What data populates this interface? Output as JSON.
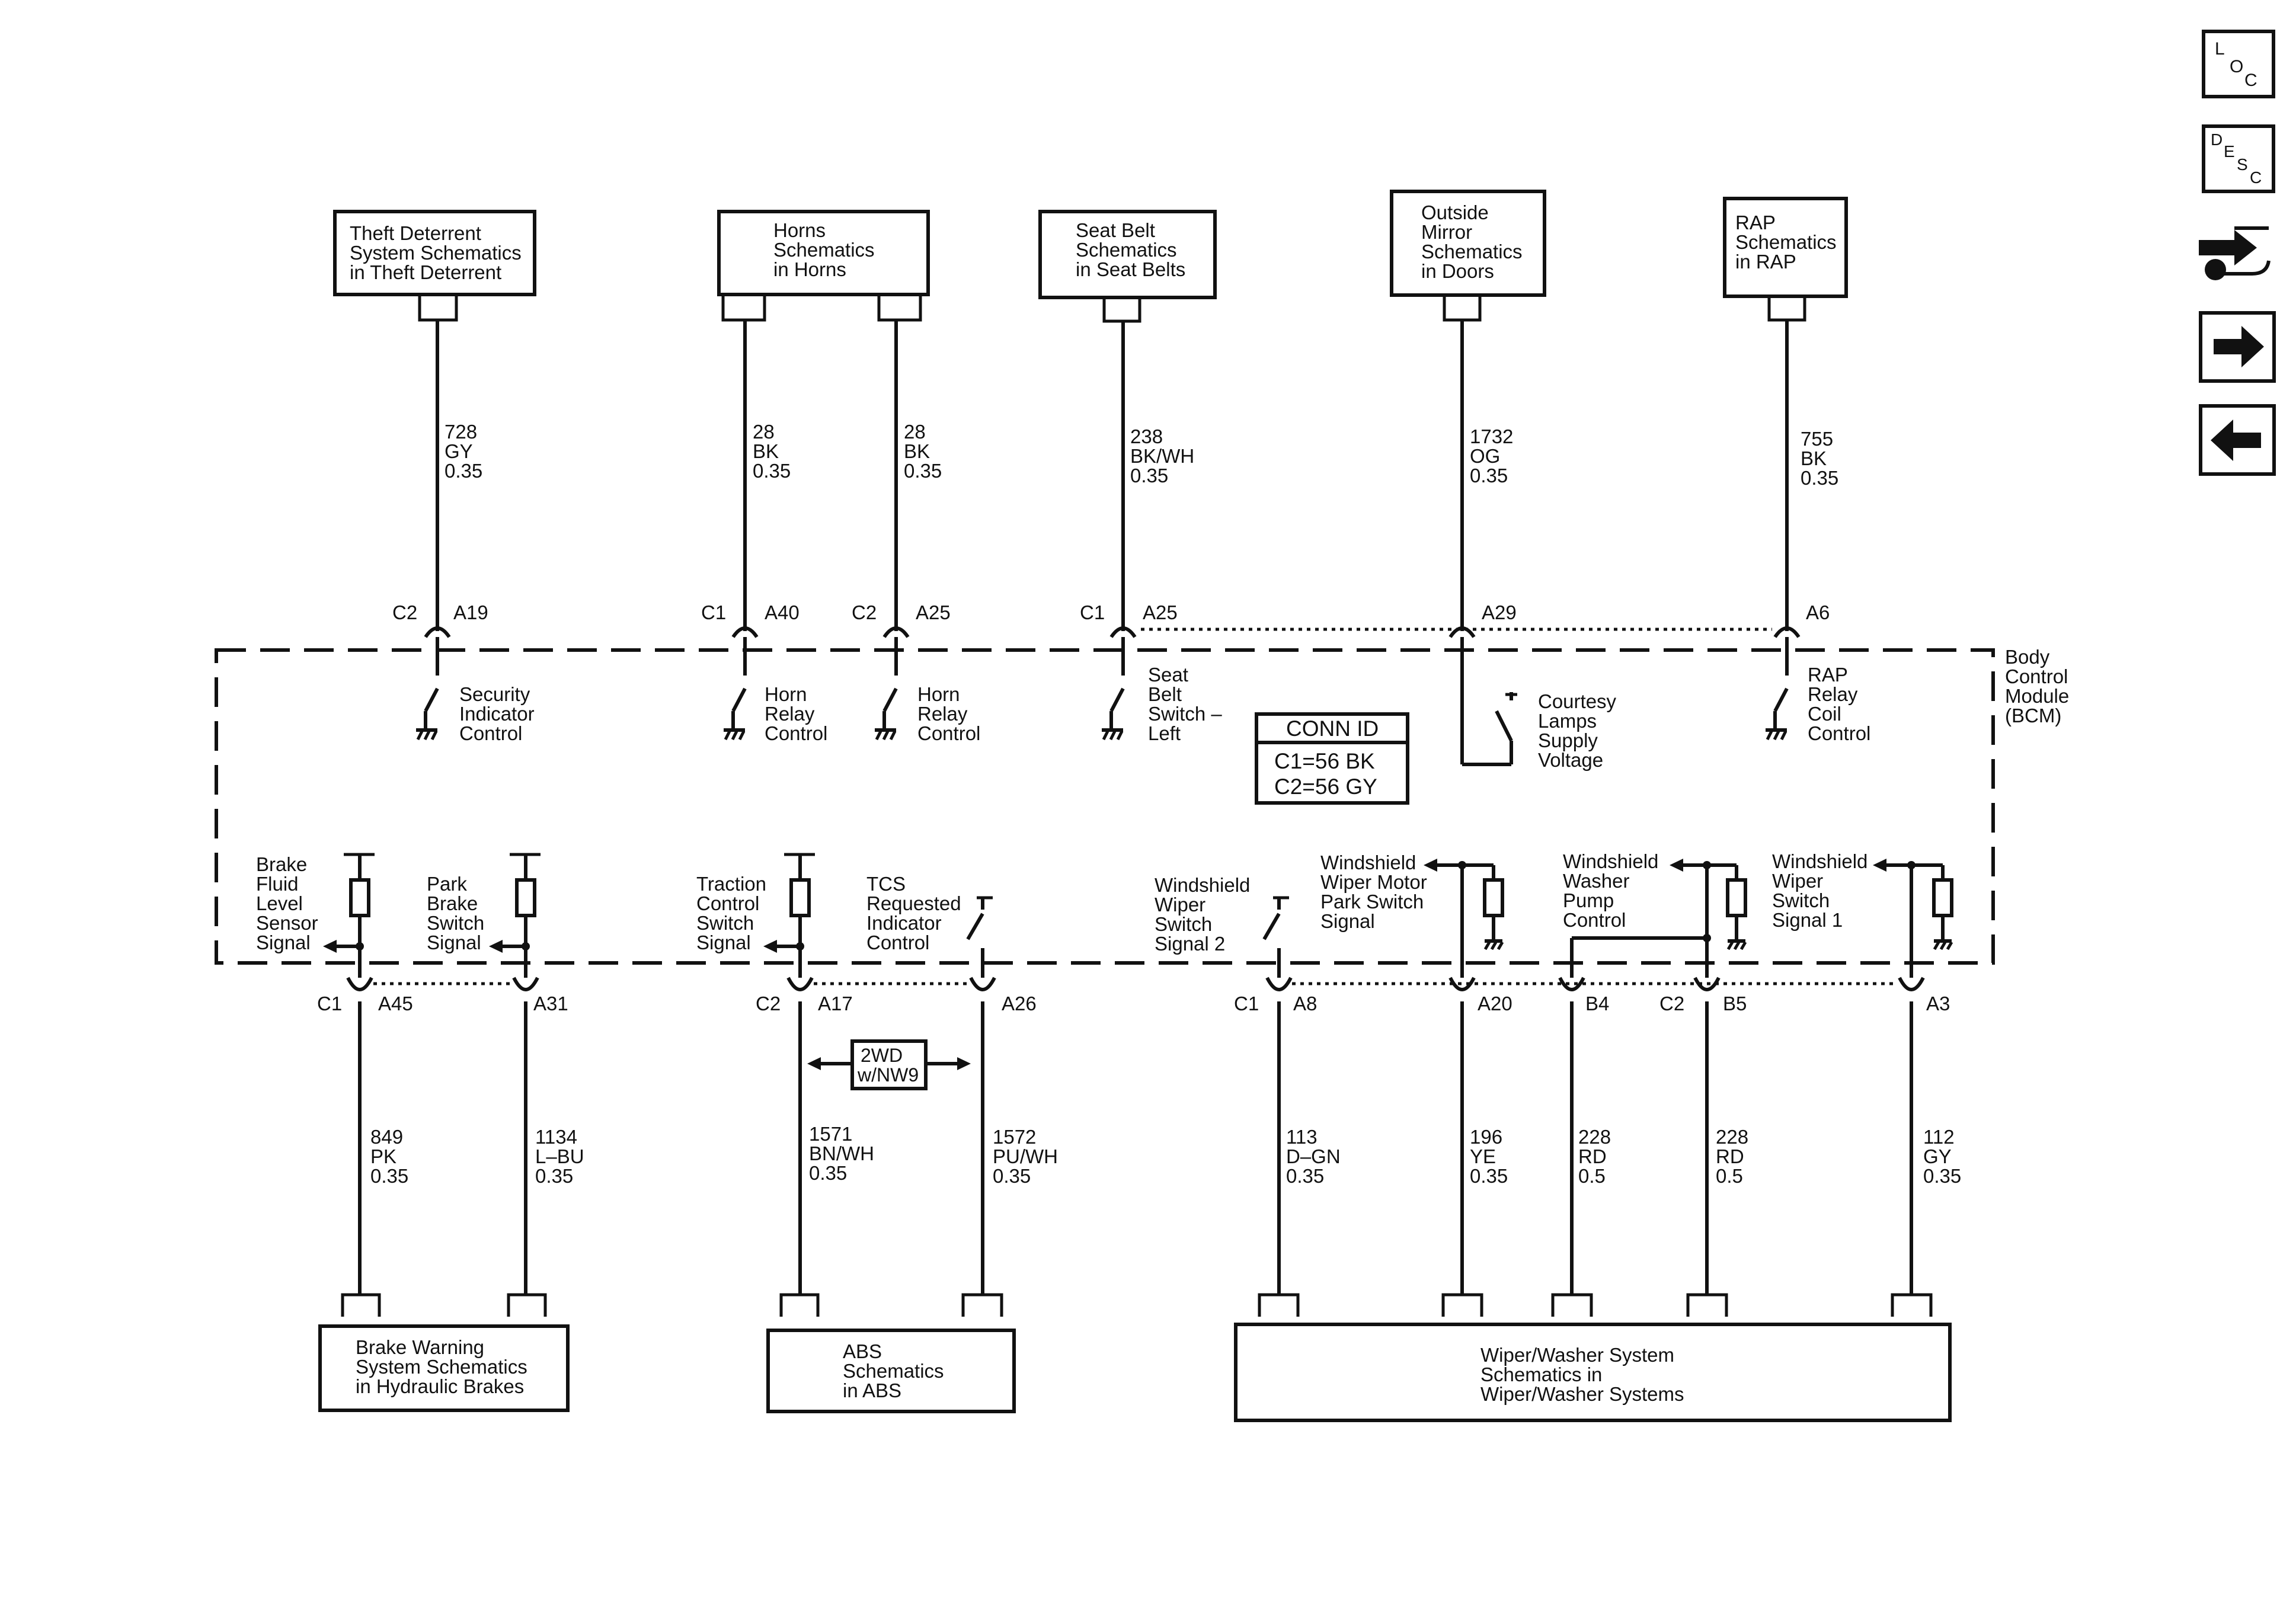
{
  "nav": {
    "loc": [
      "L",
      "O",
      "C"
    ],
    "desc": [
      "D",
      "E",
      "S",
      "C"
    ]
  },
  "top_boxes": {
    "theft": [
      "Theft Deterrent",
      "System Schematics",
      "in Theft Deterrent"
    ],
    "horns": [
      "Horns",
      "Schematics",
      "in Horns"
    ],
    "seatbelt": [
      "Seat Belt",
      "Schematics",
      "in Seat Belts"
    ],
    "mirror": [
      "Outside",
      "Mirror",
      "Schematics",
      "in Doors"
    ],
    "rap": [
      "RAP",
      "Schematics",
      "in RAP"
    ]
  },
  "top_wires": [
    [
      "728",
      "GY",
      "0.35"
    ],
    [
      "28",
      "BK",
      "0.35"
    ],
    [
      "28",
      "BK",
      "0.35"
    ],
    [
      "238",
      "BK/WH",
      "0.35"
    ],
    [
      "1732",
      "OG",
      "0.35"
    ],
    [
      "755",
      "BK",
      "0.35"
    ]
  ],
  "top_pins": {
    "theft": {
      "conn": "C2",
      "pin": "A19"
    },
    "horn1": {
      "conn": "C1",
      "pin": "A40"
    },
    "horn2": {
      "conn": "C2",
      "pin": "A25"
    },
    "seatbelt": {
      "conn": "C1",
      "pin": "A25"
    },
    "mirror": {
      "pin": "A29"
    },
    "rap": {
      "pin": "A6"
    }
  },
  "module": {
    "name": [
      "Body",
      "Control",
      "Module",
      "(BCM)"
    ],
    "conn_id_title": "CONN ID",
    "conn_id": [
      "C1=56 BK",
      "C2=56 GY"
    ]
  },
  "top_functions": {
    "security": [
      "Security",
      "Indicator",
      "Control"
    ],
    "horn1": [
      "Horn",
      "Relay",
      "Control"
    ],
    "horn2": [
      "Horn",
      "Relay",
      "Control"
    ],
    "seatbelt": [
      "Seat",
      "Belt",
      "Switch –",
      "Left"
    ],
    "courtesy": [
      "Courtesy",
      "Lamps",
      "Supply",
      "Voltage"
    ],
    "rap": [
      "RAP",
      "Relay",
      "Coil",
      "Control"
    ]
  },
  "bottom_functions": {
    "brake_fluid": [
      "Brake",
      "Fluid",
      "Level",
      "Sensor",
      "Signal"
    ],
    "park_brake": [
      "Park",
      "Brake",
      "Switch",
      "Signal"
    ],
    "traction": [
      "Traction",
      "Control",
      "Switch",
      "Signal"
    ],
    "tcs": [
      "TCS",
      "Requested",
      "Indicator",
      "Control"
    ],
    "wiper_sw2": [
      "Windshield",
      "Wiper",
      "Switch",
      "Signal 2"
    ],
    "wiper_park": [
      "Windshield",
      "Wiper Motor",
      "Park Switch",
      "Signal"
    ],
    "washer_pump": [
      "Windshield",
      "Washer",
      "Pump",
      "Control"
    ],
    "wiper_sw1": [
      "Windshield",
      "Wiper",
      "Switch",
      "Signal 1"
    ]
  },
  "bottom_pins": {
    "c1_left": "C1",
    "a45": "A45",
    "a31": "A31",
    "c2_mid": "C2",
    "a17": "A17",
    "a26": "A26",
    "c1_right": "C1",
    "a8": "A8",
    "a20": "A20",
    "b4": "B4",
    "c2_right": "C2",
    "b5": "B5",
    "a3": "A3"
  },
  "option_box": [
    "2WD",
    "w/NW9"
  ],
  "bottom_wires": [
    [
      "849",
      "PK",
      "0.35"
    ],
    [
      "1134",
      "L–BU",
      "0.35"
    ],
    [
      "1571",
      "BN/WH",
      "0.35"
    ],
    [
      "1572",
      "PU/WH",
      "0.35"
    ],
    [
      "113",
      "D–GN",
      "0.35"
    ],
    [
      "196",
      "YE",
      "0.35"
    ],
    [
      "228",
      "RD",
      "0.5"
    ],
    [
      "228",
      "RD",
      "0.5"
    ],
    [
      "112",
      "GY",
      "0.35"
    ]
  ],
  "bottom_boxes": {
    "brake": [
      "Brake Warning",
      "System Schematics",
      "in Hydraulic Brakes"
    ],
    "abs": [
      "ABS",
      "Schematics",
      "in ABS"
    ],
    "wiper": [
      "Wiper/Washer System",
      "Schematics in",
      "Wiper/Washer Systems"
    ]
  }
}
